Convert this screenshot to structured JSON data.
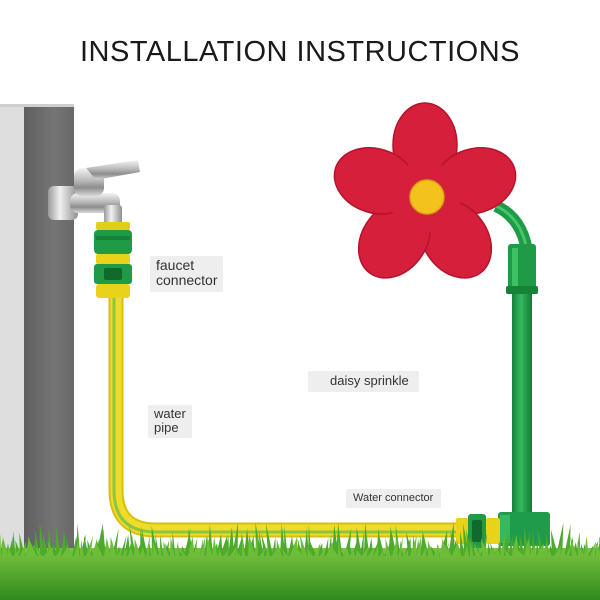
{
  "title": "INSTALLATION INSTRUCTIONS",
  "labels": {
    "faucet_connector_line1": "faucet",
    "faucet_connector_line2": "connector",
    "water_pipe_line1": "water",
    "water_pipe_line2": "pipe",
    "daisy_sprinkle": "daisy sprinkle",
    "water_connector": "Water connector"
  },
  "colors": {
    "wall_light": "#dcdcdc",
    "wall_dark": "#6b6b6b",
    "pipe_yellow": "#e9d21a",
    "pipe_stripe_green": "#8cc63f",
    "connector_green": "#1f9a46",
    "sprinkler_green": "#1e9b4b",
    "petal_red": "#d61f3a",
    "flower_center": "#f4c21c",
    "grass_green": "#4caa2c"
  },
  "icons": {
    "faucet": "faucet-icon",
    "flower": "daisy-flower-icon"
  }
}
